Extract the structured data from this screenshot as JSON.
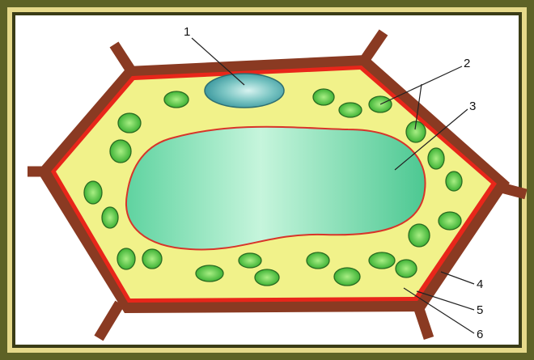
{
  "colors": {
    "frame_outer": "#5e6226",
    "frame_border": "#e6d98a",
    "frame_inner_line": "#3a3c16",
    "background": "#ffffff",
    "cell_wall": "#8a3a22",
    "membrane": "#e8261a",
    "cytoplasm": "#f1f28a",
    "vacuole": "#6fdcaa",
    "vacuole_highlight": "#c6f5dc",
    "vacuole_outline": "#d8342a",
    "nucleus": "#3e9aa0",
    "nucleus_highlight": "#c9ecea",
    "chloroplast": "#4fc240",
    "chloroplast_center": "#9be879",
    "leader_line": "#222222"
  },
  "labels": [
    "1",
    "2",
    "3",
    "4",
    "5",
    "6"
  ]
}
